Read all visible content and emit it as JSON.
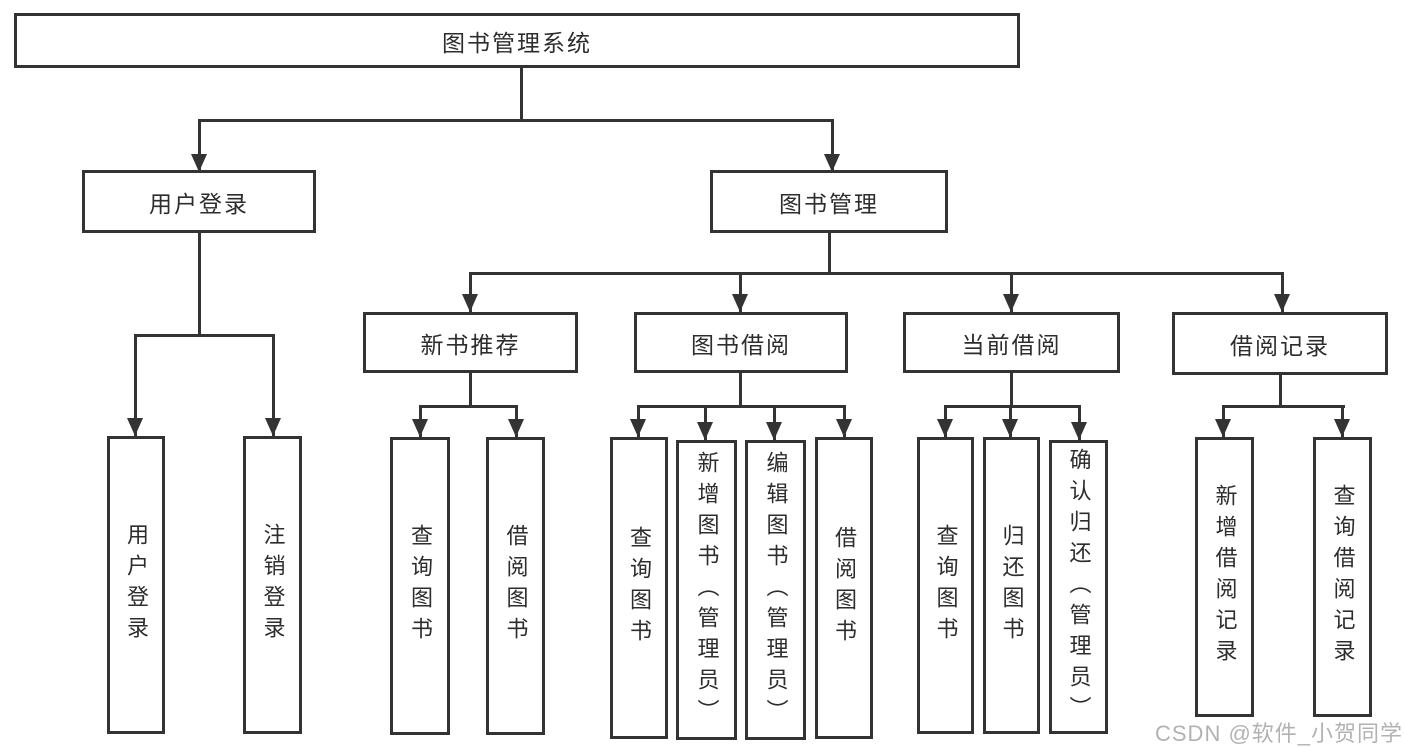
{
  "diagram": {
    "root": {
      "label": "图书管理系统"
    },
    "login_branch": {
      "label": "用户登录",
      "children": [
        {
          "label": "用户登录"
        },
        {
          "label": "注销登录"
        }
      ]
    },
    "mgmt_branch": {
      "label": "图书管理",
      "sections": [
        {
          "label": "新书推荐",
          "children": [
            {
              "label": "查询图书"
            },
            {
              "label": "借阅图书"
            }
          ]
        },
        {
          "label": "图书借阅",
          "children": [
            {
              "label": "查询图书"
            },
            {
              "label": "新增图书（管理员）"
            },
            {
              "label": "编辑图书（管理员）"
            },
            {
              "label": "借阅图书"
            }
          ]
        },
        {
          "label": "当前借阅",
          "children": [
            {
              "label": "查询图书"
            },
            {
              "label": "归还图书"
            },
            {
              "label": "确认归还（管理员）"
            }
          ]
        },
        {
          "label": "借阅记录",
          "children": [
            {
              "label": "新增借阅记录"
            },
            {
              "label": "查询借阅记录"
            }
          ]
        }
      ]
    }
  },
  "watermark": {
    "text": "CSDN @软件_小贺同学"
  },
  "colors": {
    "line": "#333333",
    "text": "#2d2d2d",
    "background": "#ffffff",
    "watermark": "#b2b2b2"
  }
}
